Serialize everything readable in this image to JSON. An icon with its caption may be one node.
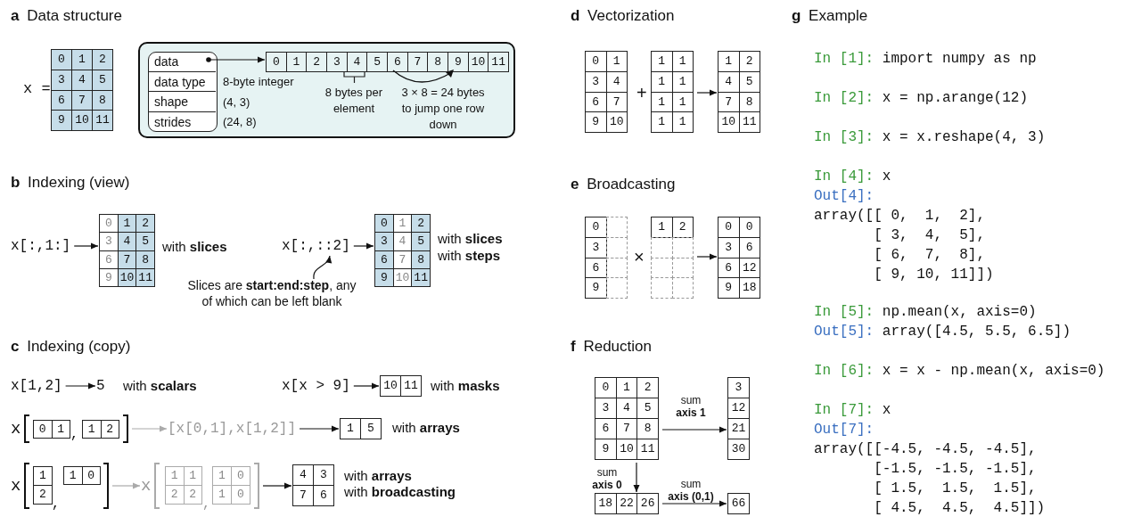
{
  "diagram": {
    "nodes": [
      {
        "text": [
          "0",
          "1",
          "2",
          "3",
          "4",
          "5",
          "6",
          "7",
          "8",
          "9",
          "10",
          "11"
        ]
      },
      {
        "text": [],
        "shape": "box"
      },
      {
        "text": [
          "data",
          "data type",
          "shape",
          "strides"
        ],
        "in": 1,
        "beside": [
          "8-byte integer",
          "(4, 3)",
          "(24, 8)"
        ]
      },
      {
        "text": [
          "0",
          "1",
          "2",
          "3",
          "4",
          "5",
          "6",
          "7",
          "8",
          "9",
          "10",
          "11"
        ],
        "in": 1
      },
      {
        "text": [
          "x[:,1:]"
        ]
      },
      {
        "text": [
          "0",
          "1",
          "2",
          "3",
          "4",
          "5",
          "6",
          "7",
          "8",
          "9",
          "10",
          "11"
        ],
        "beside": [
          "with **slices**"
        ]
      },
      {
        "text": [
          "x[:,::2]"
        ]
      },
      {
        "text": [
          "0",
          "1",
          "2",
          "3",
          "4",
          "5",
          "6",
          "7",
          "8",
          "9",
          "10",
          "11"
        ],
        "beside": [
          "with **slices**",
          "with **steps**"
        ]
      },
      {
        "text": [
          "Slices are **start:end:step**, any of which can be left blank"
        ]
      },
      {
        "text": [
          "x[1,2]"
        ]
      },
      {
        "text": [
          "5"
        ],
        "beside": [
          "with **scalars**"
        ]
      },
      {
        "text": [
          "x[x > 9]"
        ]
      },
      {
        "text": [
          "10",
          "11"
        ],
        "beside": [
          "with **masks**"
        ]
      },
      {
        "text": [
          "x"
        ]
      },
      {
        "text": [
          "0",
          "1"
        ],
        "in": 13
      },
      {
        "text": [
          "1",
          "2"
        ],
        "in": 13
      },
      {
        "text": [
          "[x[0,1],x[1,2]]"
        ]
      },
      {
        "text": [
          "1",
          "5"
        ],
        "beside": [
          "with **arrays**"
        ]
      },
      {
        "text": [
          "x"
        ]
      },
      {
        "text": [
          "1",
          "2"
        ],
        "in": 18
      },
      {
        "text": [
          "1",
          "0"
        ],
        "in": 18
      },
      {
        "text": [
          "x"
        ]
      },
      {
        "text": [
          "1",
          "1",
          "2",
          "2"
        ],
        "in": 21
      },
      {
        "text": [
          "1",
          "0",
          "1",
          "0"
        ],
        "in": 21
      },
      {
        "text": [
          "4",
          "3",
          "7",
          "6"
        ],
        "beside": [
          "with **arrays**",
          "with **broadcasting**"
        ]
      },
      {
        "text": [
          "0",
          "1",
          "3",
          "4",
          "6",
          "7",
          "9",
          "10"
        ]
      },
      {
        "text": [
          "1",
          "1",
          "1",
          "1",
          "1",
          "1",
          "1",
          "1"
        ]
      },
      {
        "text": [
          "1",
          "2",
          "4",
          "5",
          "7",
          "8",
          "10",
          "11"
        ]
      },
      {
        "text": [
          "0",
          "3",
          "6",
          "9"
        ]
      },
      {
        "text": [
          "1",
          "2"
        ]
      },
      {
        "text": [
          "0",
          "0",
          "3",
          "6",
          "6",
          "12",
          "9",
          "18"
        ]
      },
      {
        "text": [
          "0",
          "1",
          "2",
          "3",
          "4",
          "5",
          "6",
          "7",
          "8",
          "9",
          "10",
          "11"
        ]
      },
      {
        "text": [
          "3",
          "12",
          "21",
          "30"
        ]
      },
      {
        "text": [
          "18",
          "22",
          "26"
        ]
      },
      {
        "text": [
          "66"
        ]
      }
    ],
    "edges": [
      {
        "from": 2,
        "to": 3,
        "arrow": "to"
      },
      {
        "from": 4,
        "to": 5,
        "arrow": "to"
      },
      {
        "from": 6,
        "to": 7,
        "arrow": "to"
      },
      {
        "from": 8,
        "to": 6,
        "arrow": "to"
      },
      {
        "from": 9,
        "to": 10,
        "arrow": "to"
      },
      {
        "from": 11,
        "to": 12,
        "arrow": "to"
      },
      {
        "from": 13,
        "to": 16,
        "arrow": "to",
        "color": "#aaaaaa"
      },
      {
        "from": 16,
        "to": 17,
        "arrow": "to"
      },
      {
        "from": 18,
        "to": 21,
        "arrow": "to",
        "color": "#aaaaaa"
      },
      {
        "from": 21,
        "to": 24,
        "arrow": "to"
      },
      {
        "from": 26,
        "to": 27,
        "arrow": "to"
      },
      {
        "from": 29,
        "to": 30,
        "arrow": "to"
      },
      {
        "from": 31,
        "to": 32,
        "arrow": "to",
        "label": "sum **axis 1**"
      },
      {
        "from": 31,
        "to": 33,
        "arrow": "to",
        "label": "sum **axis 0**"
      },
      {
        "from": 33,
        "to": 34,
        "arrow": "to",
        "label": "sum **axis (0,1)**"
      }
    ],
    "labels": [
      "**a** Data structure",
      "x =",
      "8 bytes per element",
      "3 × 8 = 24 bytes to jump one row down",
      "**b** Indexing (view)",
      "**c** Indexing (copy)",
      "**d** Vectorization",
      "+",
      "**e** Broadcasting",
      "×",
      "**f** Reduction",
      "**g** Example",
      "In [1]:",
      "import numpy as np",
      "In [2]:",
      "x = np.arange(12)",
      "In [3]:",
      "x = x.reshape(4, 3)",
      "In [4]:",
      "x",
      "Out[4]:",
      "array([[ 0,  1,  2],",
      "[ 3,  4,  5],",
      "[ 6,  7,  8],",
      "[ 9, 10, 11]])",
      "In [5]:",
      "np.mean(x, axis=0)",
      "Out[5]:",
      "array([4.5, 5.5, 6.5])",
      "In [6]:",
      "x = x - np.mean(x, axis=0)",
      "In [7]:",
      "x",
      "Out[7]:",
      "array([[-4.5, -4.5, -4.5],",
      "[-1.5, -1.5, -1.5],",
      "[ 1.5,  1.5,  1.5],",
      "[ 4.5,  4.5,  4.5]])",
      ",",
      ",",
      ","
    ]
  }
}
